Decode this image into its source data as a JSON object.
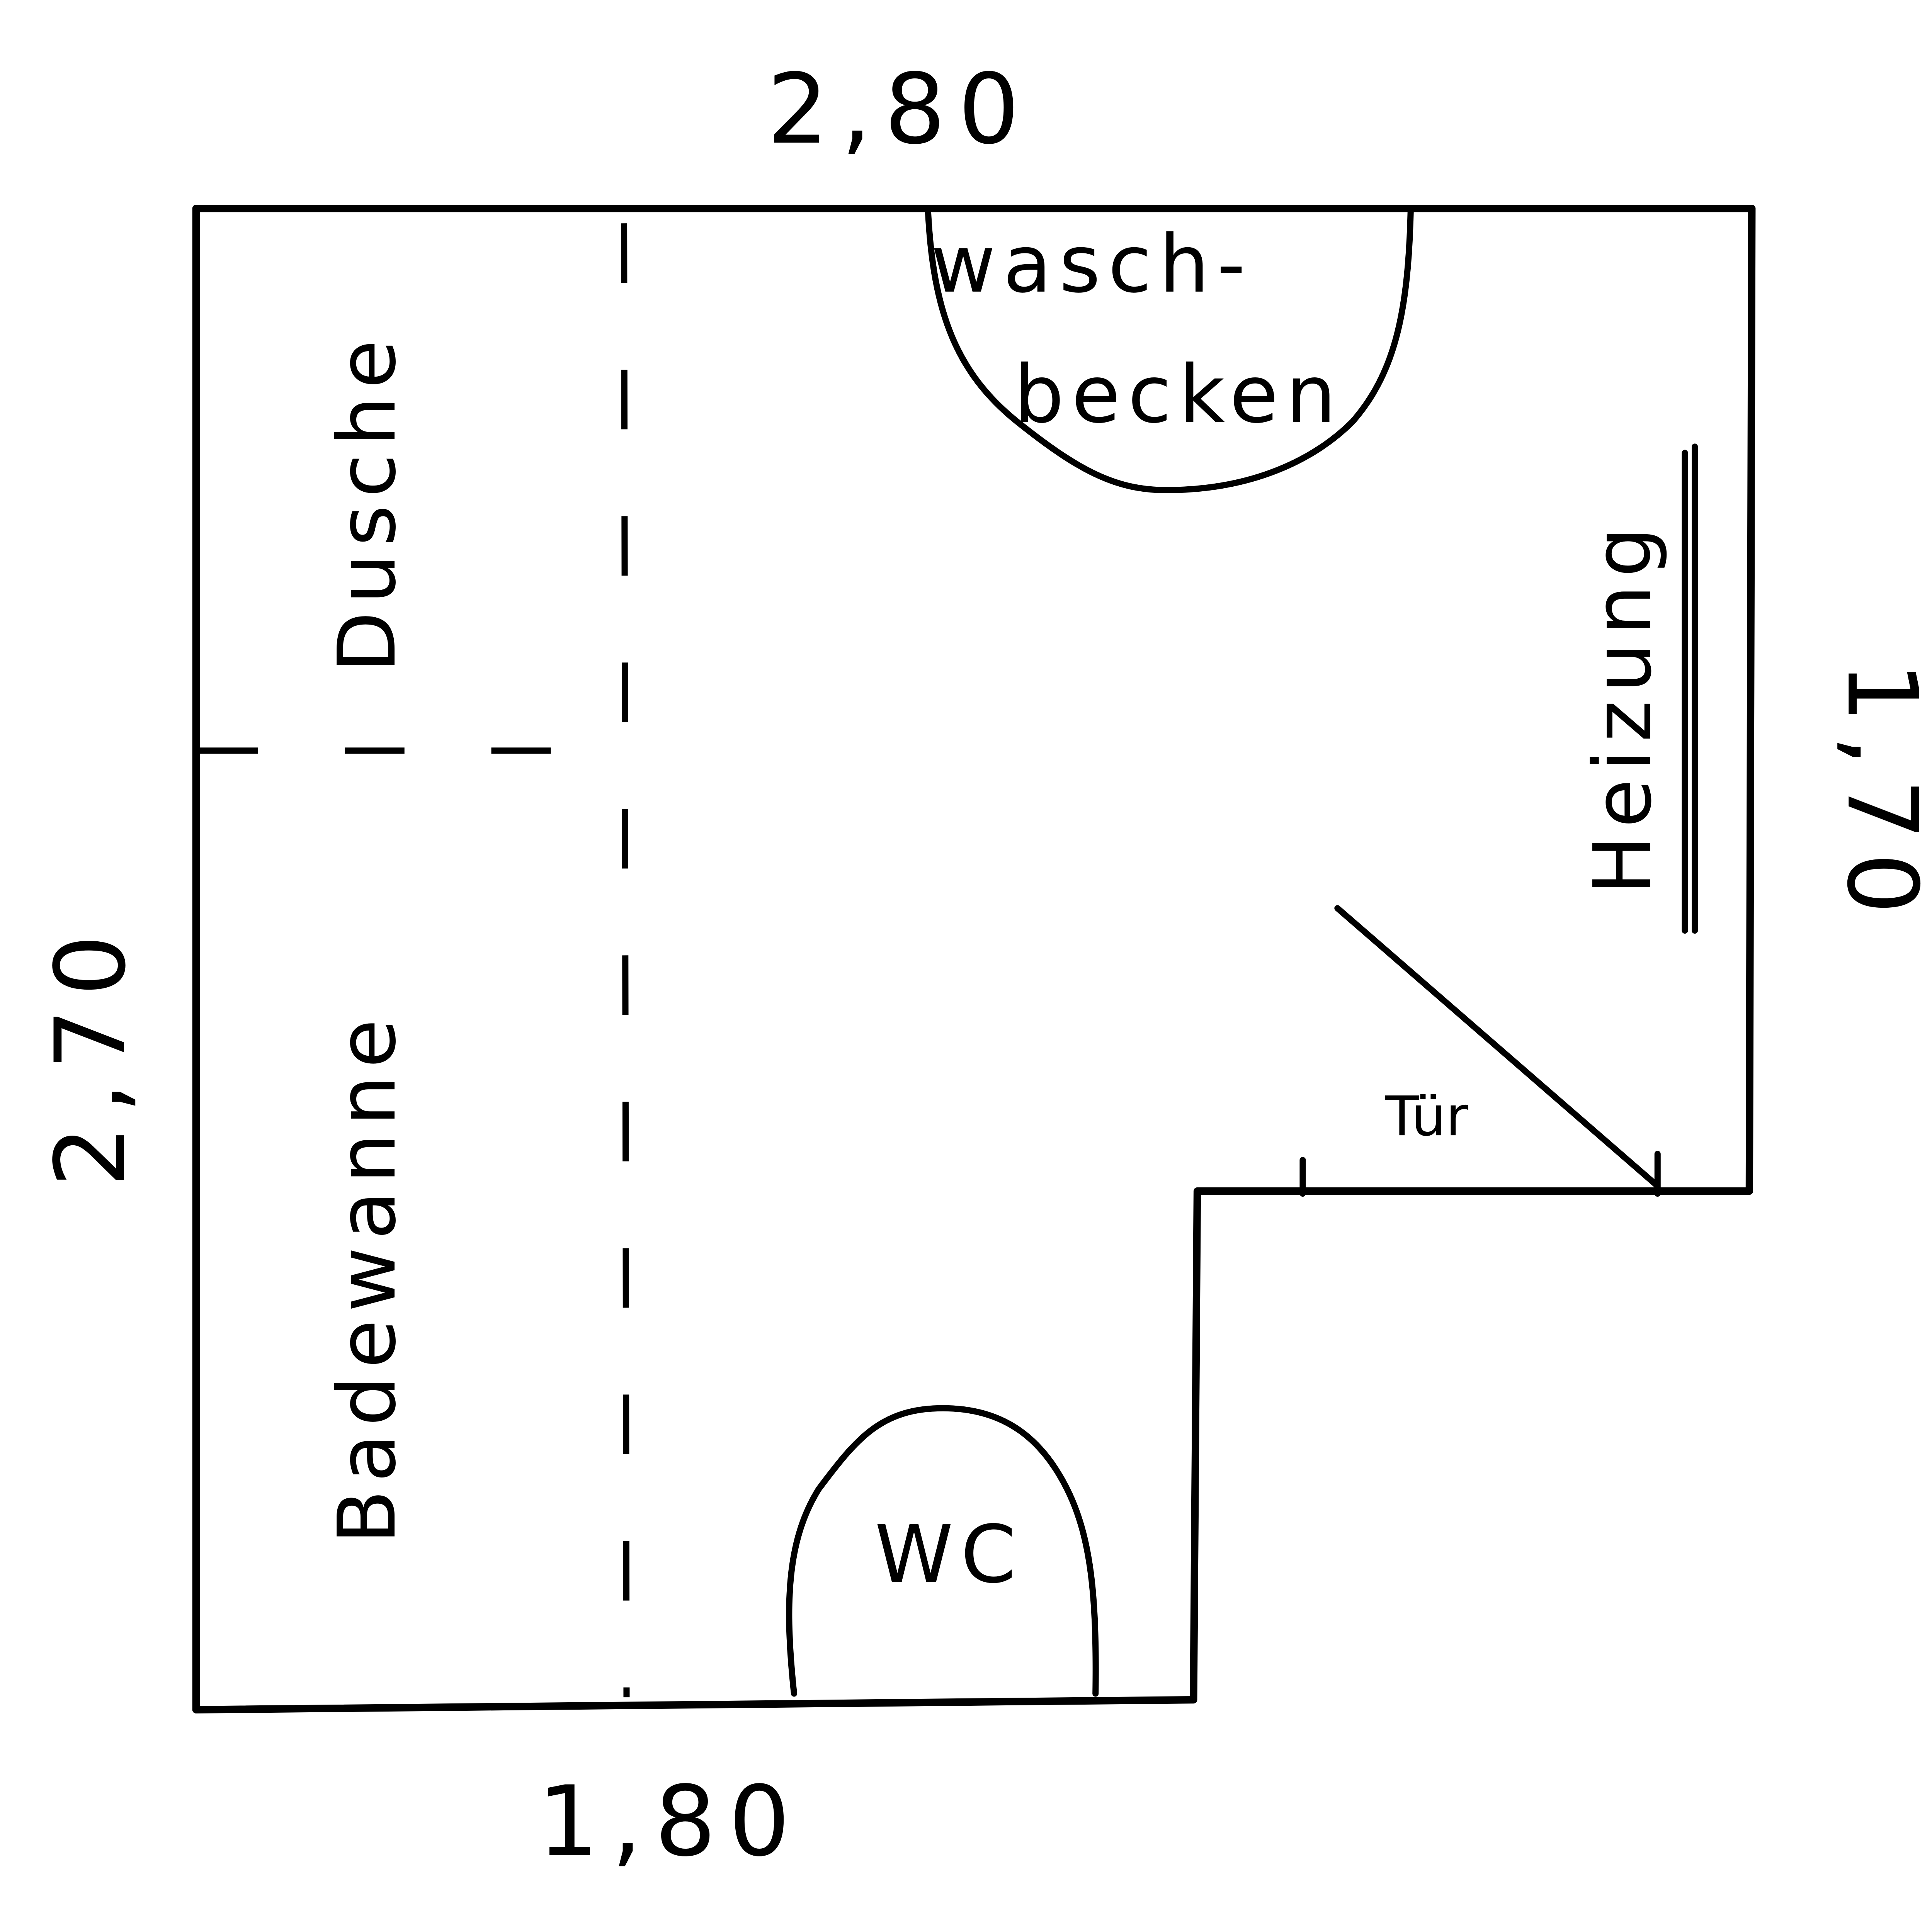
{
  "title": "Badezimmer Grundriss (Skizze)",
  "dimensions": {
    "top": "2,80",
    "bottom": "1,80",
    "left": "2,70",
    "right": "1,70"
  },
  "fixtures": {
    "shower": "Dusche",
    "bathtub": "Badewanne",
    "sink_line1": "wasch-",
    "sink_line2": "becken",
    "toilet": "WC",
    "door": "Tür",
    "radiator": "Heizung"
  },
  "colors": {
    "ink": "#000000",
    "paper": "#ffffff"
  }
}
